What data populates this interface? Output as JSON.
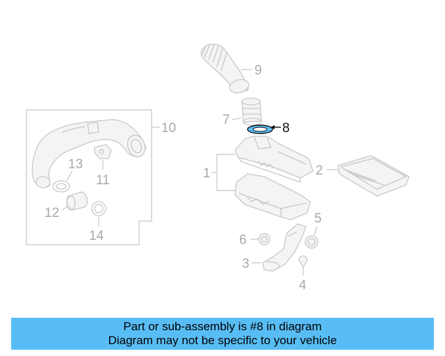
{
  "diagram": {
    "callouts": {
      "c1": "1",
      "c2": "2",
      "c3": "3",
      "c4": "4",
      "c5": "5",
      "c6": "6",
      "c7": "7",
      "c8": "8",
      "c9": "9",
      "c10": "10",
      "c11": "11",
      "c12": "12",
      "c13": "13",
      "c14": "14"
    },
    "highlighted_part": "8",
    "colors": {
      "highlight": "#59bdf5",
      "line_art": "#c8c8c8",
      "active_text": "#111111"
    }
  },
  "banner": {
    "line1": "Part or sub-assembly is #8 in diagram",
    "line2": "Diagram may not be specific to your vehicle",
    "background": "#59bdf5"
  }
}
